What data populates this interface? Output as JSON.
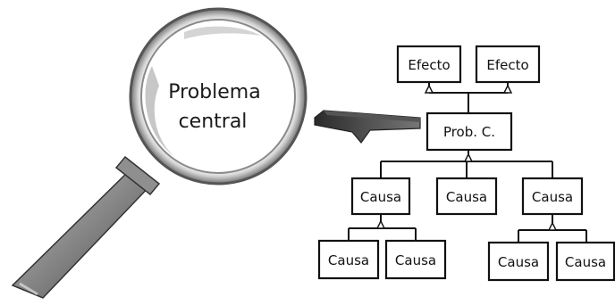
{
  "magnifier": {
    "line1": "Problema",
    "line2": "central"
  },
  "tree": {
    "effects": [
      "Efecto",
      "Efecto"
    ],
    "core": "Prob. C.",
    "causes": [
      "Causa",
      "Causa",
      "Causa"
    ],
    "subcauses": [
      "Causa",
      "Causa",
      "Causa",
      "Causa"
    ]
  },
  "colors": {
    "ink": "#111111",
    "lens_rim": "#9a9a9a",
    "handle": "#8a8a8a"
  }
}
